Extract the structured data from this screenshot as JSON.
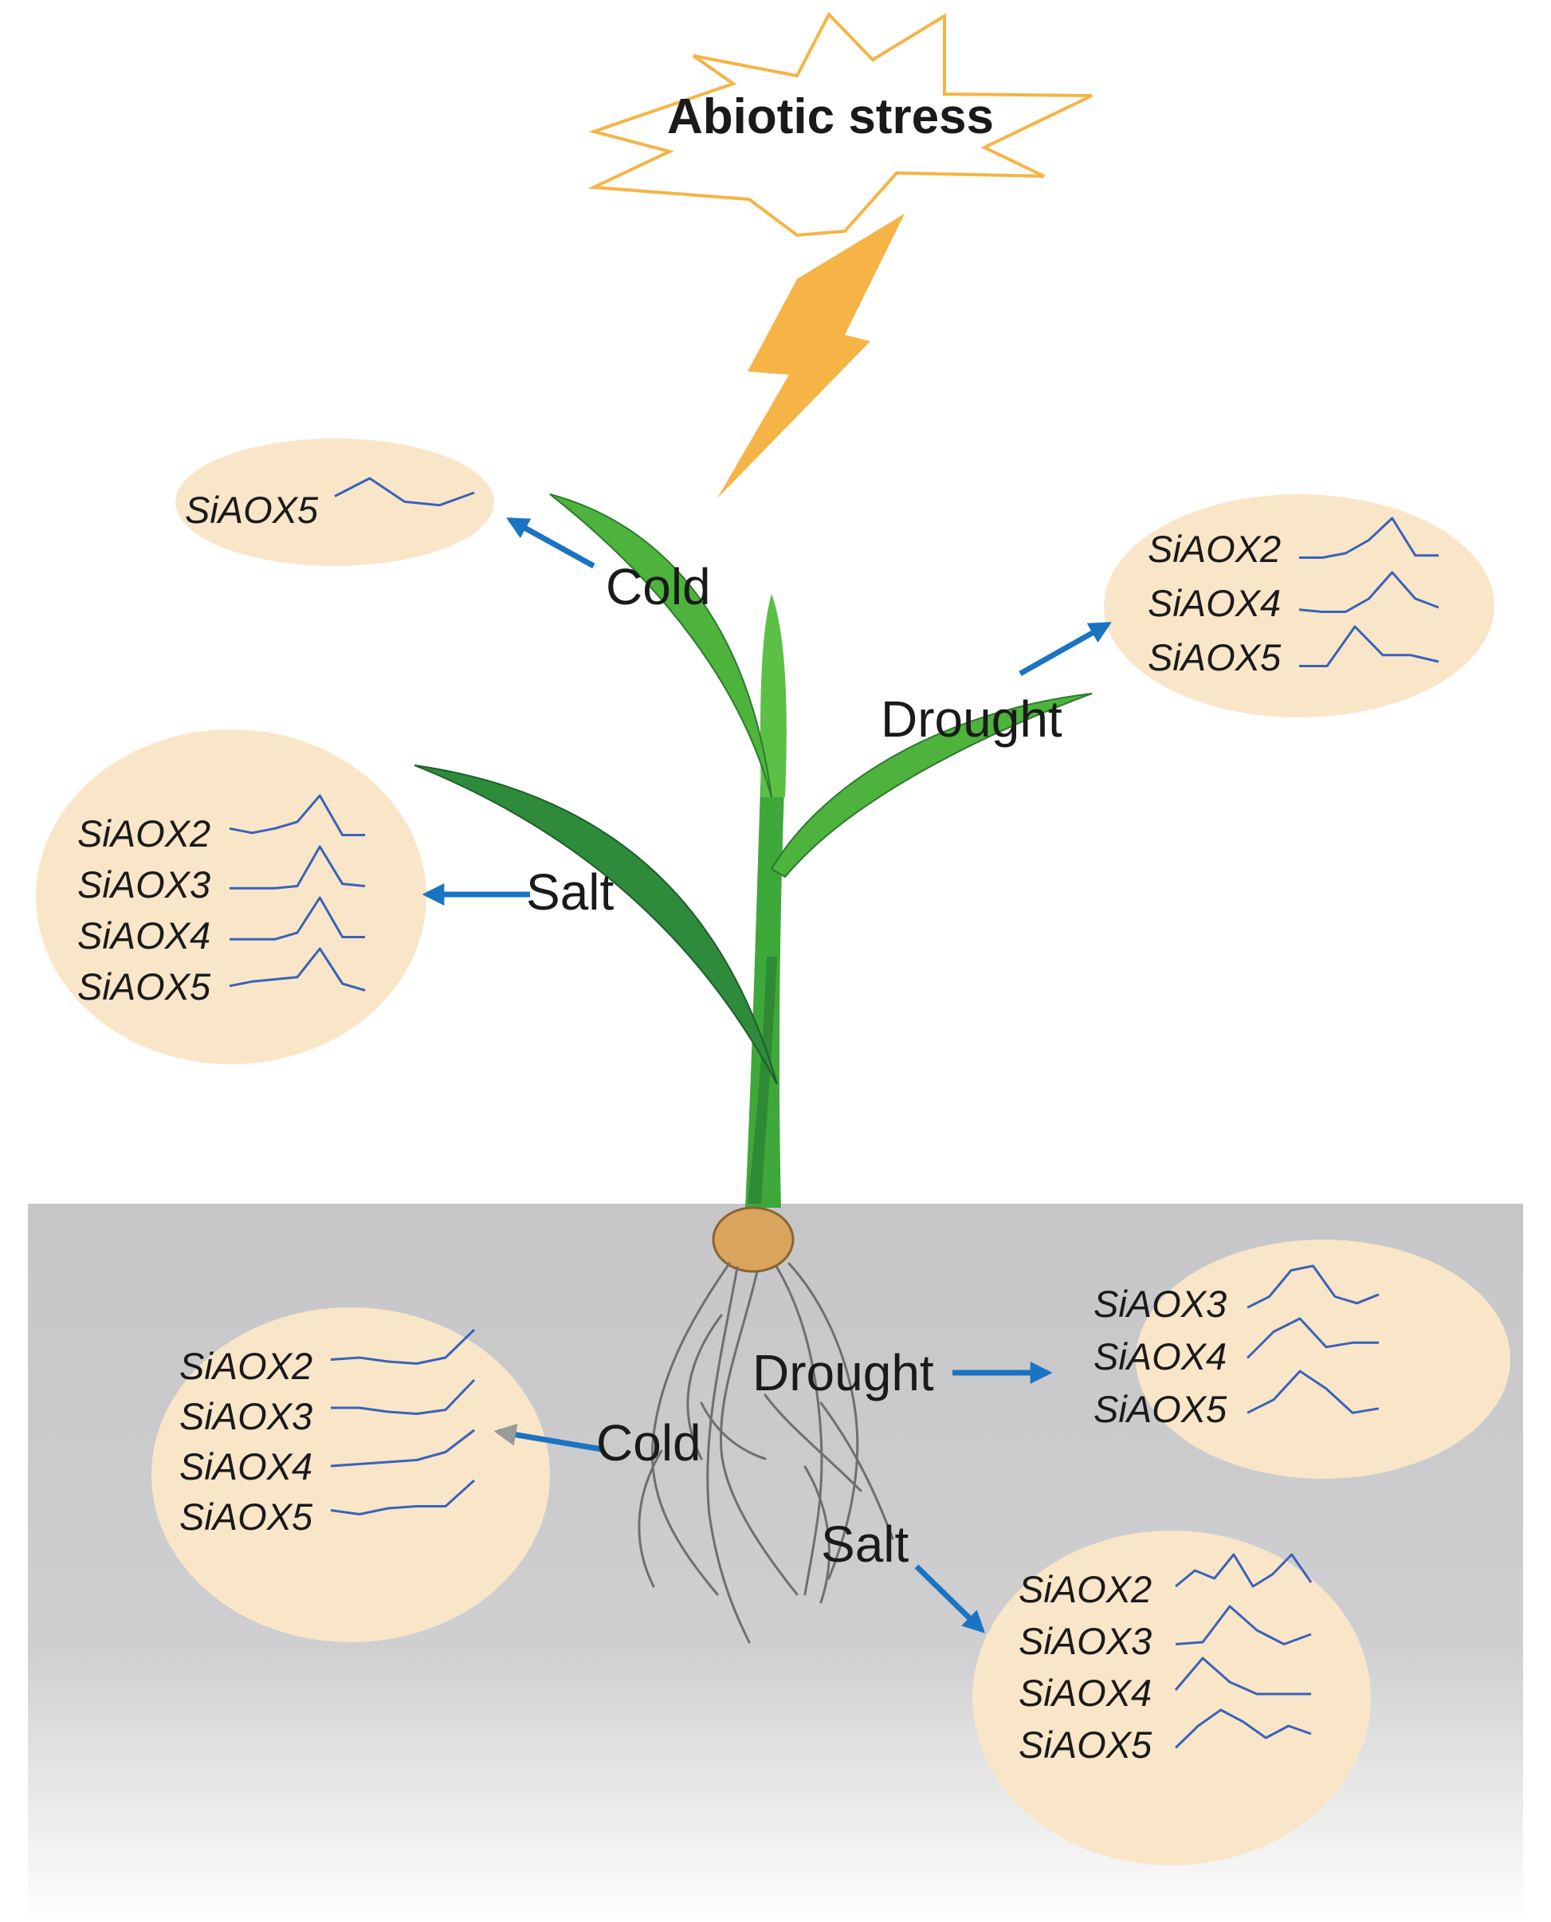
{
  "title": "Abiotic stress",
  "colors": {
    "burst_stroke": "#f5b445",
    "bolt": "#f5b445",
    "bubble_fill": "#f9e6c9",
    "arrow": "#1a74c2",
    "trace": "#3a62b8",
    "soil_top": "#c6c6c8",
    "leaf_dark": "#2e8b3c",
    "leaf_light": "#4fba3f",
    "seed": "#d9a55c",
    "root": "#7a7a7a"
  },
  "groups": [
    {
      "id": "shoot-cold",
      "stress": "Cold",
      "genes": [
        "SiAOX5"
      ],
      "profiles": [
        [
          0.5,
          1.0,
          0.35,
          0.25,
          0.6
        ]
      ]
    },
    {
      "id": "shoot-drought",
      "stress": "Drought",
      "genes": [
        "SiAOX2",
        "SiAOX4",
        "SiAOX5"
      ],
      "profiles": [
        [
          0.1,
          0.1,
          0.2,
          0.5,
          1.0,
          0.15,
          0.15
        ],
        [
          0.15,
          0.1,
          0.1,
          0.4,
          1.0,
          0.4,
          0.2
        ],
        [
          0.1,
          0.1,
          1.0,
          0.35,
          0.35,
          0.2
        ]
      ]
    },
    {
      "id": "shoot-salt",
      "stress": "Salt",
      "genes": [
        "SiAOX2",
        "SiAOX3",
        "SiAOX4",
        "SiAOX5"
      ],
      "profiles": [
        [
          0.25,
          0.15,
          0.25,
          0.4,
          1.0,
          0.1,
          0.1
        ],
        [
          0.05,
          0.05,
          0.05,
          0.1,
          1.0,
          0.15,
          0.1
        ],
        [
          0.05,
          0.05,
          0.05,
          0.2,
          1.0,
          0.1,
          0.1
        ],
        [
          0.15,
          0.25,
          0.3,
          0.35,
          1.0,
          0.2,
          0.05
        ]
      ]
    },
    {
      "id": "root-cold",
      "stress": "Cold",
      "genes": [
        "SiAOX2",
        "SiAOX3",
        "SiAOX4",
        "SiAOX5"
      ],
      "profiles": [
        [
          0.25,
          0.3,
          0.2,
          0.15,
          0.3,
          1.0
        ],
        [
          0.3,
          0.3,
          0.2,
          0.15,
          0.25,
          1.0
        ],
        [
          0.1,
          0.15,
          0.2,
          0.25,
          0.45,
          1.0
        ],
        [
          0.25,
          0.15,
          0.3,
          0.35,
          0.35,
          1.0
        ]
      ]
    },
    {
      "id": "root-drought",
      "stress": "Drought",
      "genes": [
        "SiAOX3",
        "SiAOX4",
        "SiAOX5"
      ],
      "profiles": [
        [
          0.05,
          0.3,
          0.9,
          1.0,
          0.3,
          0.15,
          0.35
        ],
        [
          0.1,
          0.7,
          1.0,
          0.35,
          0.45,
          0.45
        ],
        [
          0.05,
          0.35,
          1.0,
          0.6,
          0.05,
          0.15
        ]
      ]
    },
    {
      "id": "root-salt",
      "stress": "Salt",
      "genes": [
        "SiAOX2",
        "SiAOX3",
        "SiAOX4",
        "SiAOX5"
      ],
      "profiles": [
        [
          0.2,
          0.6,
          0.4,
          1.0,
          0.2,
          0.5,
          1.0,
          0.3
        ],
        [
          0.05,
          0.1,
          1.0,
          0.4,
          0.05,
          0.3
        ],
        [
          0.2,
          1.0,
          0.4,
          0.1,
          0.1,
          0.1
        ],
        [
          0.05,
          0.6,
          1.0,
          0.7,
          0.3,
          0.6,
          0.4
        ]
      ]
    }
  ]
}
